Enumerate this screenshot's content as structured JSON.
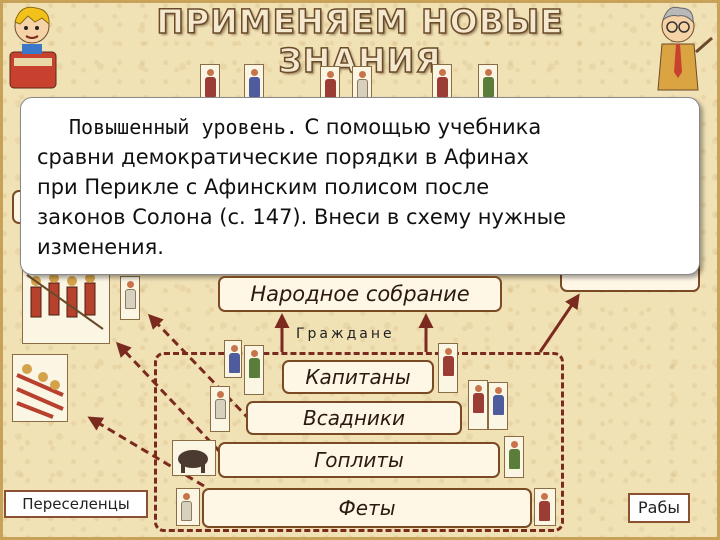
{
  "slide": {
    "title": "ПРИМЕНЯЕМ НОВЫЕ ЗНАНИЯ",
    "task_level": "Повышенный уровень.",
    "task_text_1": " С помощью учебника",
    "task_text_2": "сравни демократические порядки в Афинах",
    "task_text_3": "при Перикле с Афинским полисом после",
    "task_text_4": "законов Солона (с. 147). Внеси в схему нужные",
    "task_text_5": "изменения."
  },
  "diagram": {
    "assembly": "Народное собрание",
    "citizens": "Граждане",
    "classes": [
      "Капитаны",
      "Всадники",
      "Гоплиты",
      "Феты"
    ],
    "settlers": "Переселенцы",
    "slaves": "Рабы"
  },
  "colors": {
    "background": "#f1e2b6",
    "box_border": "#7a4a25",
    "arrow": "#7a2a1e"
  },
  "icons": [
    "boy-cartoon-icon",
    "teacher-cartoon-icon",
    "greek-figure-icon"
  ]
}
